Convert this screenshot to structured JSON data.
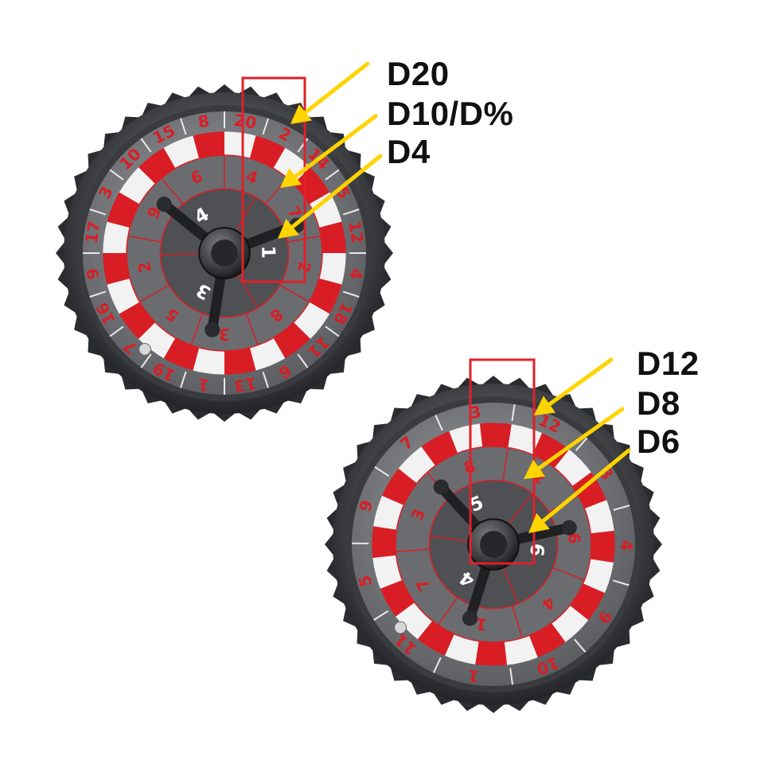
{
  "colors": {
    "accent_red": "#d81e24",
    "rim_dark": "#2f3032",
    "rim_mid": "#6c6e72",
    "face_gray": "#7c7e82",
    "arrow_yellow": "#ffd400",
    "highlight_box": "#e0202a"
  },
  "wheel_top": {
    "outer_ring": [
      "20",
      "2",
      "14",
      "5",
      "12",
      "4",
      "18",
      "11",
      "6",
      "13",
      "1",
      "19",
      "7",
      "16",
      "9",
      "17",
      "3",
      "10",
      "15",
      "8"
    ],
    "middle_ring": [
      "4",
      "7",
      "2",
      "8",
      "3",
      "5",
      "2",
      "9",
      "6"
    ],
    "inner_ring": [
      "1",
      "3",
      "4"
    ]
  },
  "wheel_bottom": {
    "outer_ring": [
      "12",
      "8",
      "4",
      "9",
      "10",
      "1",
      "11",
      "5",
      "9",
      "7",
      "3"
    ],
    "middle_ring": [
      "2",
      "6",
      "4",
      "1",
      "7",
      "3",
      "8"
    ],
    "inner_ring": [
      "6",
      "4",
      "5"
    ]
  },
  "labels": {
    "top_1": "D20",
    "top_2": "D10/D%",
    "top_3": "D4",
    "bottom_1": "D12",
    "bottom_2": "D8",
    "bottom_3": "D6"
  }
}
